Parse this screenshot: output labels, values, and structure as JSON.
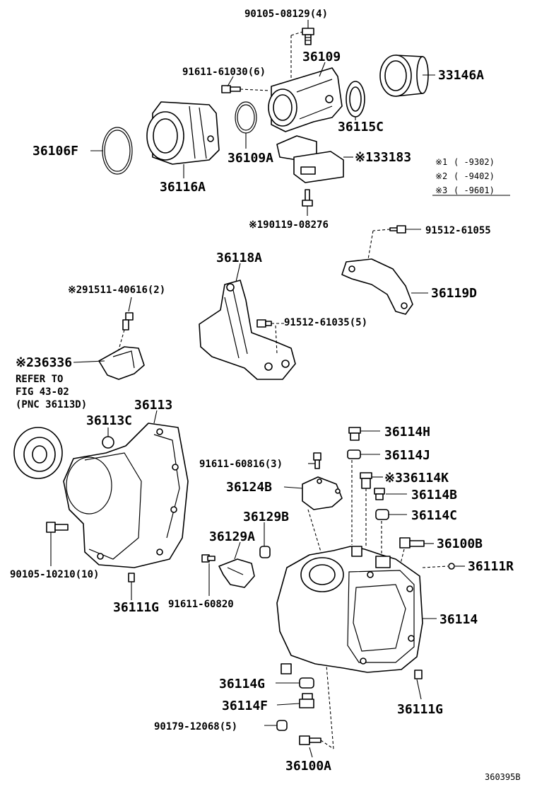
{
  "diagram_id": "360395B",
  "callouts": {
    "bolt_9010508129": "90105-08129(4)",
    "adapter_36109": "36109",
    "bolt_9161161030": "91611-61030(6)",
    "sleeve_33146a": "33146A",
    "o_ring_36106f": "36106F",
    "gasket_36109a": "36109A",
    "seal_36115c": "36115C",
    "sensor_33183": "※133183",
    "cover_36116a": "36116A",
    "bolt_9011908276": "※190119-08276",
    "bolt_9151261055": "91512-61055",
    "bracket_36118a": "36118A",
    "bracket_36119d": "36119D",
    "bolt_9151140616": "※291511-40616(2)",
    "bolt_9151261035": "91512-61035(5)",
    "clip_36336": "※236336",
    "refer_line1": "REFER TO",
    "refer_line2": "FIG 43-02",
    "refer_line3": "(PNC 36113D)",
    "case_36113": "36113",
    "plug_36113c": "36113C",
    "plug_36114h": "36114H",
    "washer_36114j": "36114J",
    "bolt_9161160816": "91611-60816(3)",
    "cover_36124b": "36124B",
    "plug_36114k": "※336114K",
    "plug_36114b": "36114B",
    "gasket_36129b": "36129B",
    "washer_36114c": "36114C",
    "bracket_36129a": "36129A",
    "bolt_36100b": "36100B",
    "pin_36111r": "36111R",
    "bolt_9010510210": "90105-10210(10)",
    "bolt_9161160820": "91611-60820",
    "pin_36111g_left": "36111G",
    "case_36114": "36114",
    "washer_36114g": "36114G",
    "plug_36114f": "36114F",
    "pin_36111g_right": "36111G",
    "bolt_9017912068": "90179-12068(5)",
    "bolt_36100a": "36100A"
  },
  "notes": [
    {
      "mark": "※1",
      "range": "(    -9302)"
    },
    {
      "mark": "※2",
      "range": "(    -9402)"
    },
    {
      "mark": "※3",
      "range": "(    -9601)"
    }
  ],
  "icons": [
    "adapter-housing-icon",
    "transfer-case-icon",
    "bell-housing-icon",
    "bearing-icon",
    "o-ring-icon",
    "oil-seal-icon",
    "bracket-icon",
    "bolt-icon",
    "plug-icon",
    "washer-icon",
    "speed-sensor-icon"
  ]
}
